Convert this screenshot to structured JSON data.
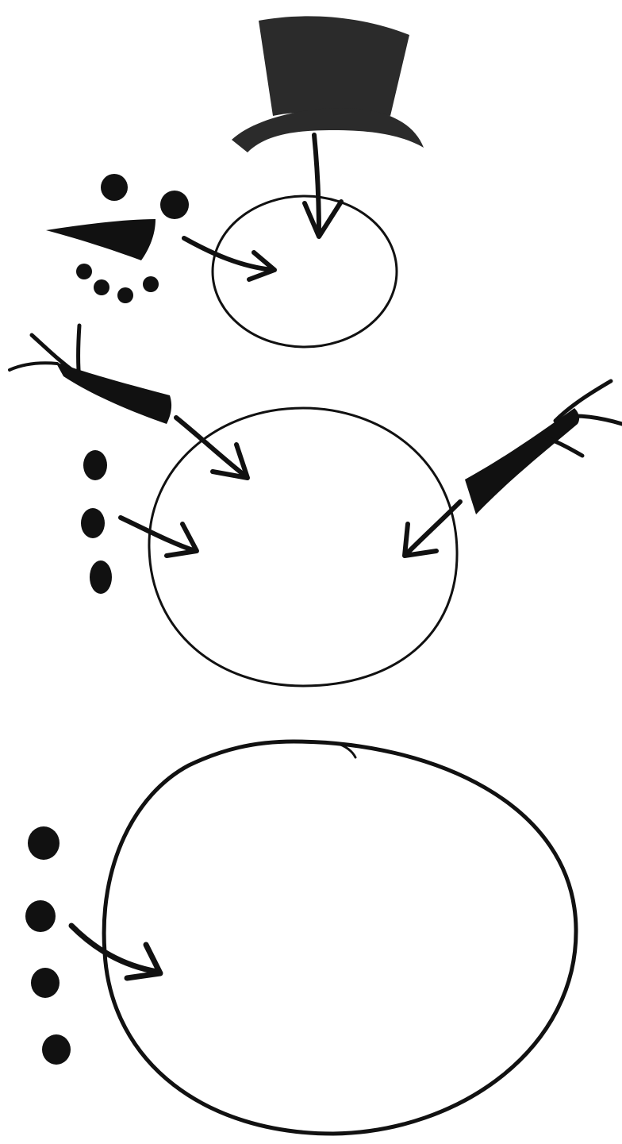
{
  "colors": {
    "ink": "#111111",
    "hat": "#2b2b2b",
    "background": "#ffffff"
  },
  "parts": {
    "hat": "top-hat-icon",
    "head": "head-circle",
    "nose": "carrot-nose-icon",
    "eyes": "coal-eye-icons",
    "mouth": "coal-mouth-dots",
    "arms": "stick-arm-icons",
    "body": "body-circle",
    "body_buttons": "coal-button-dots",
    "base": "base-circle",
    "base_buttons": "coal-button-dots"
  }
}
